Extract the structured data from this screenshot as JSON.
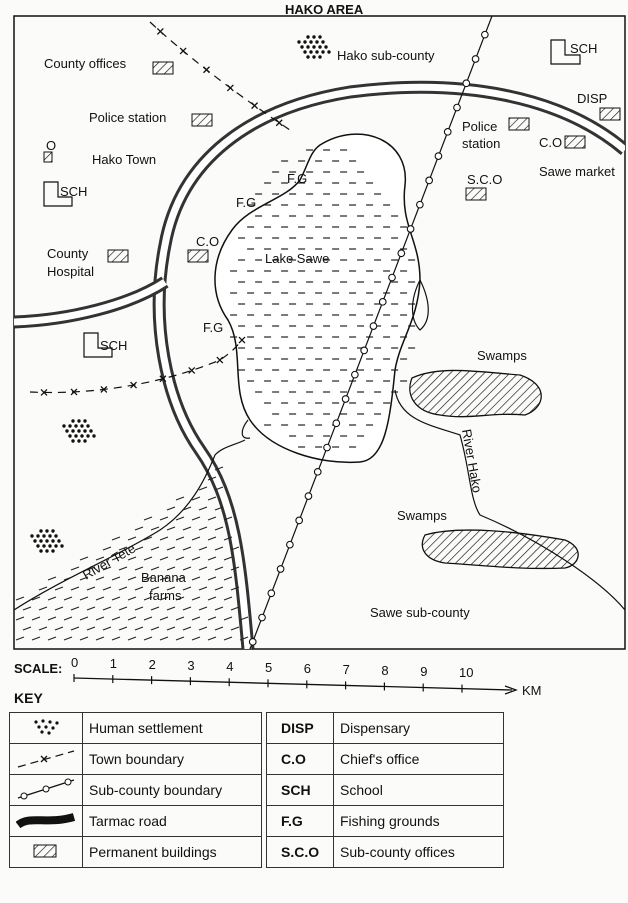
{
  "map": {
    "title": "HAKO AREA",
    "labels": {
      "hako_sub_county": "Hako sub-county",
      "county_offices": "County offices",
      "police_station_left": "Police station",
      "hako_town": "Hako Town",
      "o_marker": "O",
      "sch_top_left": "SCH",
      "county_hospital_1": "County",
      "county_hospital_2": "Hospital",
      "co_left": "C.O",
      "fg_1": "F.G",
      "fg_2": "F.G",
      "fg_3": "F.G",
      "lake": "Lake Sawe",
      "sch_mid_left": "SCH",
      "sch_top_right": "SCH",
      "disp": "DISP",
      "police_station_right_1": "Police",
      "police_station_right_2": "station",
      "co_right": "C.O",
      "sawe_market": "Sawe market",
      "sco": "S.C.O",
      "swamps_1": "Swamps",
      "river_hako": "River Hako",
      "swamps_2": "Swamps",
      "river_tete": "River Tete",
      "banana_1": "Banana",
      "banana_2": "farms",
      "sawe_sub_county": "Sawe sub-county"
    }
  },
  "scale": {
    "label": "SCALE:",
    "ticks": [
      "0",
      "1",
      "2",
      "3",
      "4",
      "5",
      "6",
      "7",
      "8",
      "9",
      "10"
    ],
    "unit": "KM"
  },
  "key": {
    "title": "KEY",
    "symbols": [
      {
        "icon": "human-settlement-icon",
        "label": "Human settlement"
      },
      {
        "icon": "town-boundary-icon",
        "label": "Town boundary"
      },
      {
        "icon": "sub-county-boundary-icon",
        "label": "Sub-county boundary"
      },
      {
        "icon": "tarmac-road-icon",
        "label": "Tarmac road"
      },
      {
        "icon": "permanent-buildings-icon",
        "label": "Permanent buildings"
      }
    ],
    "abbreviations": [
      {
        "abbr": "DISP",
        "meaning": "Dispensary"
      },
      {
        "abbr": "C.O",
        "meaning": "Chief's office"
      },
      {
        "abbr": "SCH",
        "meaning": "School"
      },
      {
        "abbr": "F.G",
        "meaning": "Fishing grounds"
      },
      {
        "abbr": "S.C.O",
        "meaning": "Sub-county offices"
      }
    ]
  },
  "colors": {
    "ink": "#111111",
    "paper": "#fbfbf9",
    "road_fill": "#ffffff"
  }
}
